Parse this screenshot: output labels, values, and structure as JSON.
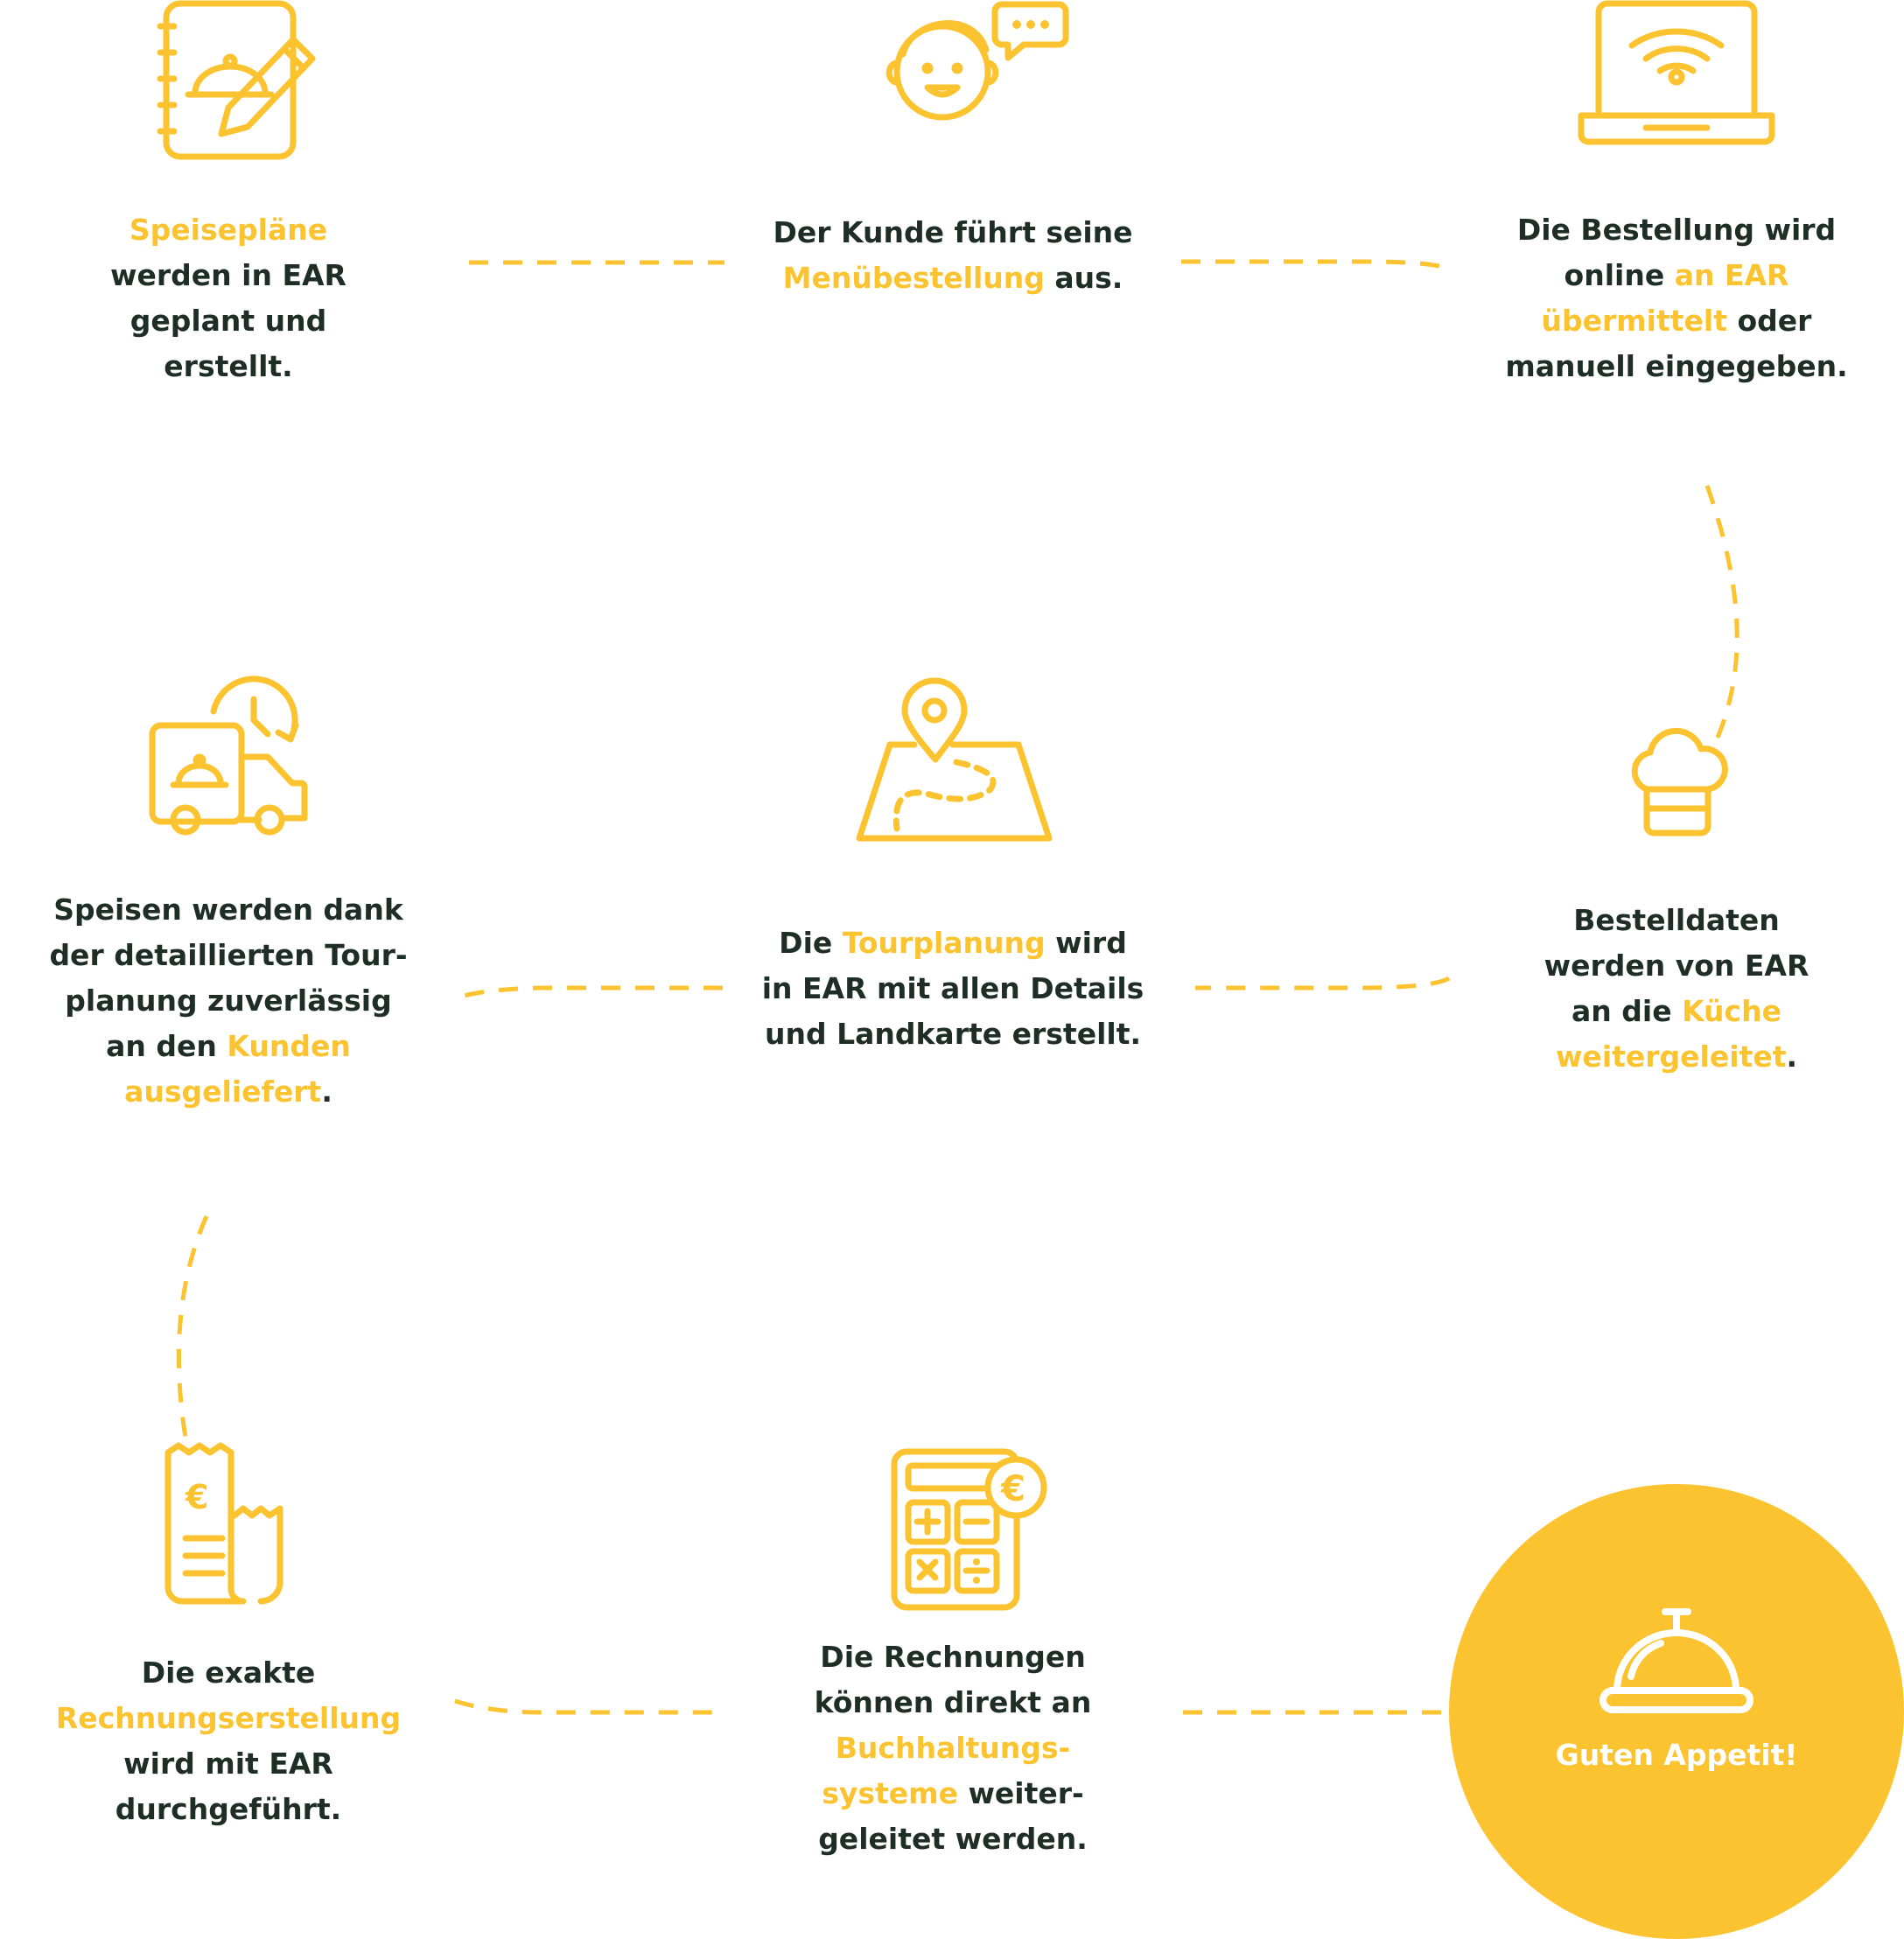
{
  "colors": {
    "accent": "#fbc32f",
    "text": "#1f2d27",
    "final_text": "#ffffff"
  },
  "steps": [
    {
      "icon": "menu-plan-notebook-icon",
      "lines": [
        [
          {
            "t": "Speisepläne",
            "hl": true
          }
        ],
        [
          {
            "t": "werden in EAR"
          }
        ],
        [
          {
            "t": "geplant und"
          }
        ],
        [
          {
            "t": "erstellt."
          }
        ]
      ]
    },
    {
      "icon": "customer-chat-icon",
      "lines": [
        [
          {
            "t": "Der Kunde führt seine"
          }
        ],
        [
          {
            "t": "Menübestellung",
            "hl": true
          },
          {
            "t": " aus."
          }
        ]
      ]
    },
    {
      "icon": "laptop-wifi-icon",
      "lines": [
        [
          {
            "t": "Die Bestellung wird"
          }
        ],
        [
          {
            "t": "online "
          },
          {
            "t": "an EAR",
            "hl": true
          }
        ],
        [
          {
            "t": "übermittelt",
            "hl": true
          },
          {
            "t": " oder"
          }
        ],
        [
          {
            "t": "manuell eingegeben."
          }
        ]
      ]
    },
    {
      "icon": "chef-hat-icon",
      "lines": [
        [
          {
            "t": "Bestelldaten"
          }
        ],
        [
          {
            "t": "werden von EAR"
          }
        ],
        [
          {
            "t": "an die "
          },
          {
            "t": "Küche",
            "hl": true
          }
        ],
        [
          {
            "t": "weitergeleitet",
            "hl": true
          },
          {
            "t": "."
          }
        ]
      ]
    },
    {
      "icon": "map-pin-route-icon",
      "lines": [
        [
          {
            "t": "Die "
          },
          {
            "t": "Tourplanung",
            "hl": true
          },
          {
            "t": " wird"
          }
        ],
        [
          {
            "t": "in EAR mit allen Details"
          }
        ],
        [
          {
            "t": "und Landkarte erstellt."
          }
        ]
      ]
    },
    {
      "icon": "delivery-truck-clock-icon",
      "lines": [
        [
          {
            "t": "Speisen werden dank"
          }
        ],
        [
          {
            "t": "der detaillierten Tour-"
          }
        ],
        [
          {
            "t": "planung zuverlässig"
          }
        ],
        [
          {
            "t": "an den "
          },
          {
            "t": "Kunden",
            "hl": true
          }
        ],
        [
          {
            "t": "ausgeliefert",
            "hl": true
          },
          {
            "t": "."
          }
        ]
      ]
    },
    {
      "icon": "euro-receipt-icon",
      "lines": [
        [
          {
            "t": "Die exakte"
          }
        ],
        [
          {
            "t": "Rechnungserstellung",
            "hl": true
          }
        ],
        [
          {
            "t": "wird mit EAR"
          }
        ],
        [
          {
            "t": "durchgeführt."
          }
        ]
      ]
    },
    {
      "icon": "calculator-euro-icon",
      "lines": [
        [
          {
            "t": "Die Rechnungen"
          }
        ],
        [
          {
            "t": "können direkt an"
          }
        ],
        [
          {
            "t": "Buchhaltungs-",
            "hl": true
          }
        ],
        [
          {
            "t": "systeme",
            "hl": true
          },
          {
            "t": " weiter-"
          }
        ],
        [
          {
            "t": "geleitet werden."
          }
        ]
      ]
    }
  ],
  "final": {
    "label": "Guten Appetit!",
    "icon": "serving-cloche-icon"
  }
}
